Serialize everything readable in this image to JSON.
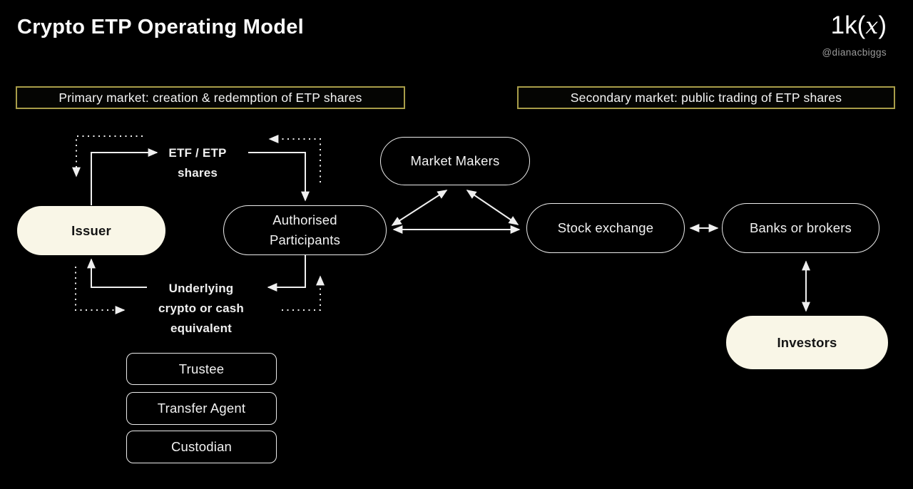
{
  "slide": {
    "title": "Crypto ETP Operating Model",
    "logo": {
      "prefix": "1k(",
      "x": "x",
      "suffix": ")"
    },
    "handle": "@dianacbiggs"
  },
  "banners": {
    "primary": "Primary market: creation & redemption of ETP shares",
    "secondary": "Secondary market: public trading of ETP shares"
  },
  "nodes": {
    "issuer": {
      "label": "Issuer"
    },
    "authorised_participants": {
      "line1": "Authorised",
      "line2": "Participants"
    },
    "market_makers": {
      "label": "Market Makers"
    },
    "stock_exchange": {
      "label": "Stock exchange"
    },
    "banks_or_brokers": {
      "label": "Banks or brokers"
    },
    "investors": {
      "label": "Investors"
    },
    "trustee": {
      "label": "Trustee"
    },
    "transfer_agent": {
      "label": "Transfer Agent"
    },
    "custodian": {
      "label": "Custodian"
    }
  },
  "flow_labels": {
    "etf_etp_shares": {
      "line1": "ETF / ETP",
      "line2": "shares"
    },
    "underlying": {
      "line1": "Underlying",
      "line2": "crypto or cash",
      "line3": "equivalent"
    }
  },
  "colors": {
    "background": "#000000",
    "node_fill_cream": "#f9f6e7",
    "node_outline": "#ececec",
    "node_text_dark": "#141414",
    "banner_border": "#a89d49",
    "line": "#efefef",
    "text_white": "#f2f2f2",
    "handle_gray": "#9b9b9b"
  }
}
